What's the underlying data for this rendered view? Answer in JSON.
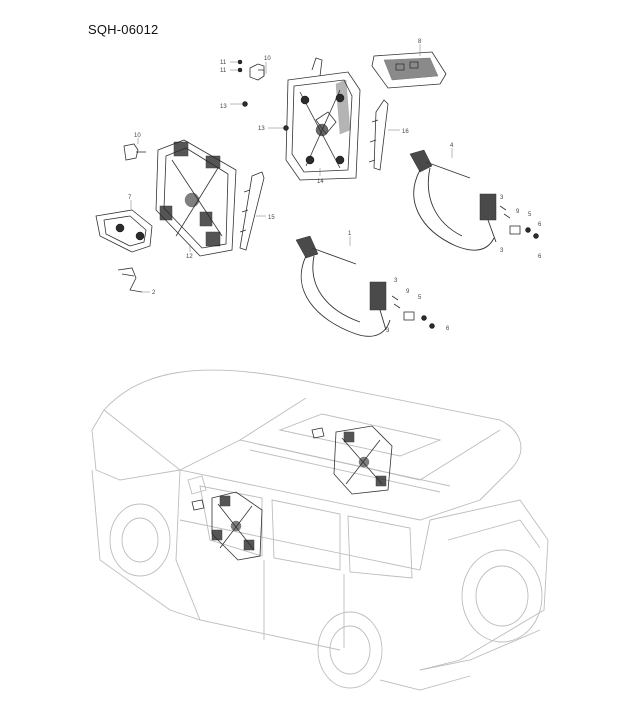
{
  "diagram": {
    "code": "SQH-06012",
    "callouts": {
      "c1": "11",
      "c2": "11",
      "c3": "10",
      "c4": "13",
      "c5": "13",
      "c6": "14",
      "c7": "16",
      "c8": "8",
      "c9": "10",
      "c10": "7",
      "c11": "12",
      "c12": "15",
      "c13": "2",
      "c14": "4",
      "c15": "3",
      "c16": "3",
      "c17": "9",
      "c18": "5",
      "c19": "6",
      "c20": "6",
      "c21": "1",
      "c22": "3",
      "c23": "3",
      "c24": "9",
      "c25": "5",
      "c26": "6"
    }
  }
}
